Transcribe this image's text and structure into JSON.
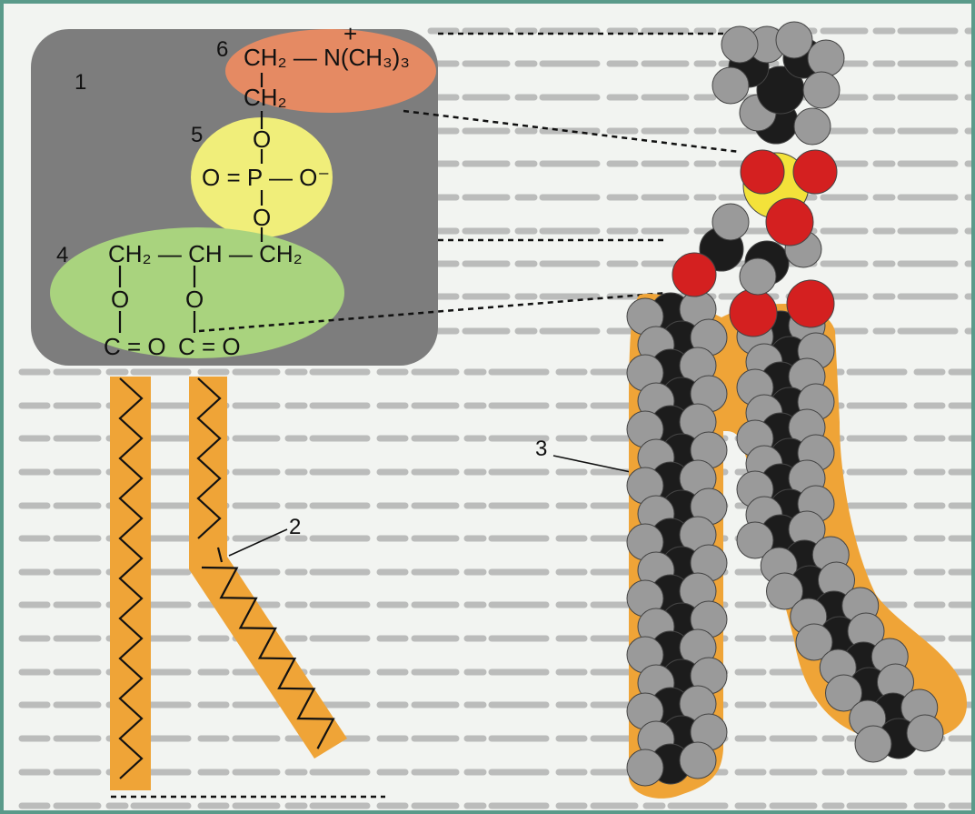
{
  "labels": {
    "region_1": "1",
    "region_2": "2",
    "region_3": "3",
    "region_4": "4",
    "region_5": "5",
    "region_6": "6"
  },
  "formula": {
    "charge": "+",
    "choline_top": "CH₂ — N(CH₃)₃",
    "ch2_upper": "CH₂",
    "o_upper": "O",
    "phosphate": "O = P — O⁻",
    "o_lower": "O",
    "glycerol": "CH₂ — CH — CH₂",
    "o_left": "O",
    "o_right": "O",
    "carbonyl_left": "C = O",
    "carbonyl_right": "C = O"
  },
  "colors": {
    "headgroup_box": "#7d7d7d",
    "choline": "#e58a63",
    "phosphate": "#f0ee7a",
    "glycerol": "#a9d37e",
    "tail": "#efa437",
    "carbon_atom": "#1c1c1c",
    "hydrogen_atom": "#9a9a9a",
    "oxygen_atom": "#d42020",
    "phosphorus_atom": "#f3e23a"
  }
}
